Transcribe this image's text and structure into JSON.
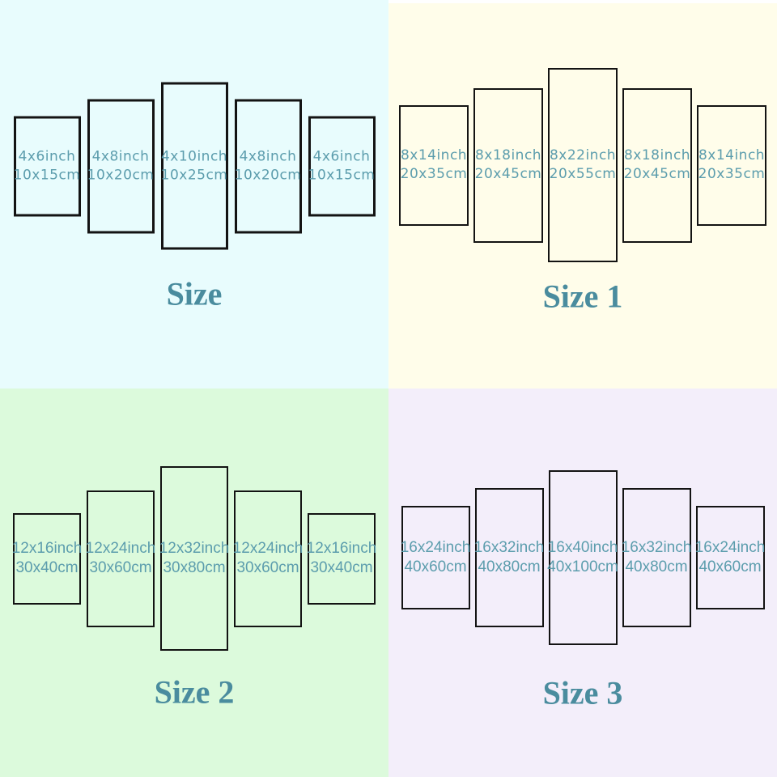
{
  "colors": {
    "panel_text": "#5C9DAD",
    "title_text": "#4A8C9E",
    "panel_border": "#131313"
  },
  "quadrants": [
    {
      "title": "Size",
      "bg": "#e8fcfd",
      "panels": [
        {
          "inch": "4x6inch",
          "cm": "10x15cm"
        },
        {
          "inch": "4x8inch",
          "cm": "10x20cm"
        },
        {
          "inch": "4x10inch",
          "cm": "10x25cm"
        },
        {
          "inch": "4x8inch",
          "cm": "10x20cm"
        },
        {
          "inch": "4x6inch",
          "cm": "10x15cm"
        }
      ]
    },
    {
      "title": "Size 1",
      "bg": "#fffdea",
      "panels": [
        {
          "inch": "8x14inch",
          "cm": "20x35cm"
        },
        {
          "inch": "8x18inch",
          "cm": "20x45cm"
        },
        {
          "inch": "8x22inch",
          "cm": "20x55cm"
        },
        {
          "inch": "8x18inch",
          "cm": "20x45cm"
        },
        {
          "inch": "8x14inch",
          "cm": "20x35cm"
        }
      ]
    },
    {
      "title": "Size 2",
      "bg": "#dcfadc",
      "panels": [
        {
          "inch": "12x16inch",
          "cm": "30x40cm"
        },
        {
          "inch": "12x24inch",
          "cm": "30x60cm"
        },
        {
          "inch": "12x32inch",
          "cm": "30x80cm"
        },
        {
          "inch": "12x24inch",
          "cm": "30x60cm"
        },
        {
          "inch": "12x16inch",
          "cm": "30x40cm"
        }
      ]
    },
    {
      "title": "Size 3",
      "bg": "#f3eefa",
      "panels": [
        {
          "inch": "16x24inch",
          "cm": "40x60cm"
        },
        {
          "inch": "16x32inch",
          "cm": "40x80cm"
        },
        {
          "inch": "16x40inch",
          "cm": "40x100cm"
        },
        {
          "inch": "16x32inch",
          "cm": "40x80cm"
        },
        {
          "inch": "16x24inch",
          "cm": "40x60cm"
        }
      ]
    }
  ]
}
